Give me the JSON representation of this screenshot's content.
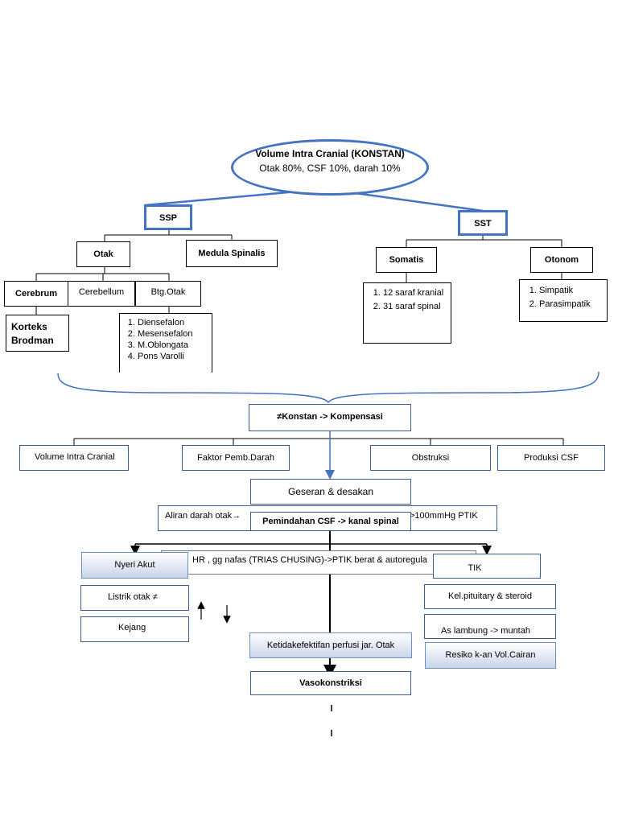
{
  "root": {
    "line1": "Volume Intra Cranial (KONSTAN)",
    "line2": "Otak 80%, CSF 10%, darah 10%"
  },
  "ssp": "SSP",
  "sst": "SST",
  "otak": "Otak",
  "medula": "Medula Spinalis",
  "somatis": "Somatis",
  "otonom": "Otonom",
  "cerebrum": "Cerebrum",
  "cerebellum": "Cerebellum",
  "btg_otak": "Btg.Otak",
  "korteks": "Korteks Brodman",
  "btg_list": [
    "Diensefalon",
    "Mesensefalon",
    "M.Oblongata",
    "Pons Varolli"
  ],
  "somatis_list": [
    "12 saraf kranial",
    "31 saraf spinal"
  ],
  "otonom_list": [
    "Simpatik",
    "Parasimpatik"
  ],
  "konstan": "≠Konstan -> Kompensasi",
  "vol_cranial": "Volume Intra Cranial",
  "faktor": "Faktor Pemb.Darah",
  "obstruksi": "Obstruksi",
  "produksi": "Produksi CSF",
  "geseran": "Geseran & desakan",
  "aliran": "Aliran darah otak",
  "ptik": ">100mmHg PTIK",
  "pemindahan": "Pemindahan CSF -> kanal spinal",
  "nyeri": "Nyeri Akut",
  "hr_text": "HR  , gg nafas (TRIAS CHUSING)->PTIK berat & autoregula",
  "tik": "TIK",
  "listrik": "Listrik otak ≠",
  "kejang": "Kejang",
  "pituitary": "Kel.pituitary & steroid",
  "lambung": "As lambung -> muntah",
  "ketidak": "Ketidakefektifan perfusi jar. Otak",
  "resiko": "Resiko k-an Vol.Cairan",
  "vaso": "Vasokonstriksi",
  "colors": {
    "accent": "#4472c4",
    "line": "#000000"
  }
}
